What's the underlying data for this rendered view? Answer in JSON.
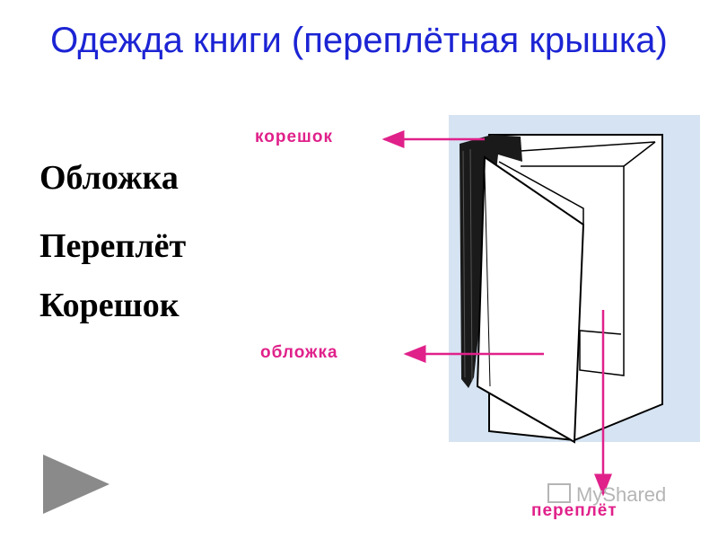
{
  "title": "Одежда книги (переплётная крышка)",
  "terms": [
    "Обложка",
    "Переплёт",
    "Корешок"
  ],
  "callouts": {
    "spine": "корешок",
    "cover": "обложка",
    "binding": "переплёт"
  },
  "watermark": "MyShared",
  "colors": {
    "title": "#1c24d4",
    "callout": "#e0218a",
    "background_panel": "#d5e3f2"
  },
  "icons": {
    "play": "play-triangle-icon",
    "watermark": "presentation-screen-icon"
  }
}
